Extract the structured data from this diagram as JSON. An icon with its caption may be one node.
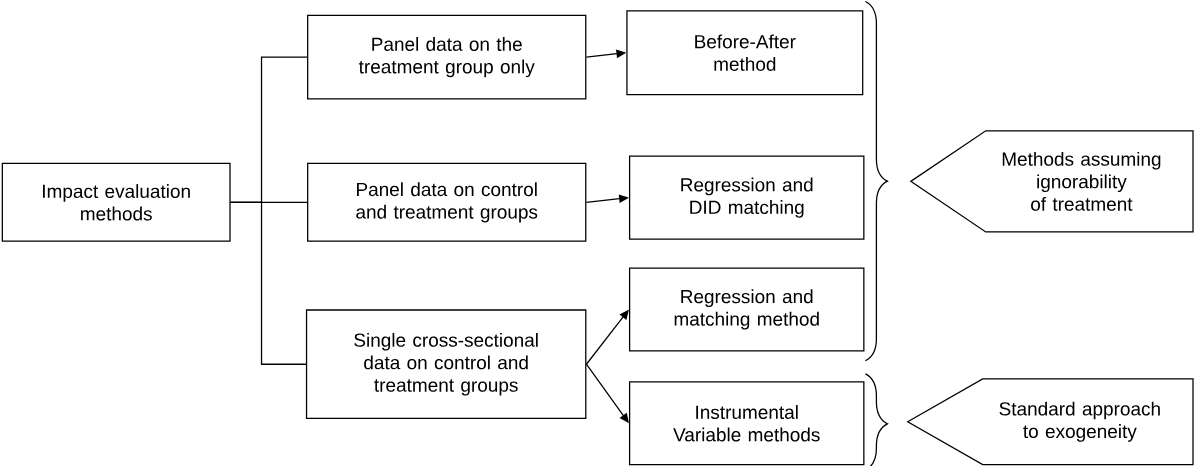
{
  "diagram": {
    "nodes": [
      {
        "text": [
          "Impact evaluation methods"
        ]
      },
      {
        "text": [
          "Panel data on the treatment group only"
        ]
      },
      {
        "text": [
          "Panel data on control and treatment groups"
        ]
      },
      {
        "text": [
          "Single cross-sectional data on control and treatment groups"
        ]
      },
      {
        "text": [
          "Before-After method"
        ]
      },
      {
        "text": [
          "Regression and DID matching"
        ]
      },
      {
        "text": [
          "Regression and matching method"
        ]
      },
      {
        "text": [
          "Instrumental Variable methods"
        ]
      },
      {
        "text": [
          "Methods assuming ignorability of treatment"
        ]
      },
      {
        "text": [
          "Standard approach to exogeneity"
        ]
      }
    ],
    "edges": [
      {
        "from": 0,
        "to": 1,
        "arrow": "none"
      },
      {
        "from": 0,
        "to": 2,
        "arrow": "none"
      },
      {
        "from": 0,
        "to": 3,
        "arrow": "none"
      },
      {
        "from": 1,
        "to": 4,
        "arrow": "to"
      },
      {
        "from": 2,
        "to": 5,
        "arrow": "to"
      },
      {
        "from": 3,
        "to": 6,
        "arrow": "to"
      },
      {
        "from": 3,
        "to": 7,
        "arrow": "to"
      }
    ]
  }
}
